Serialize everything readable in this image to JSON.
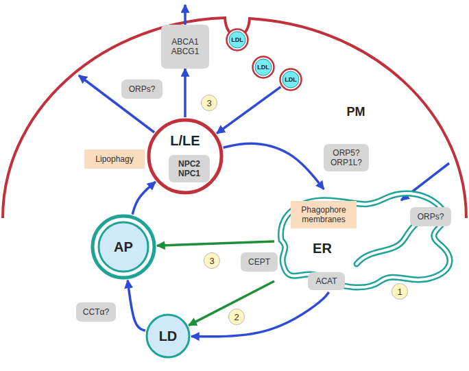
{
  "diagram": {
    "nodes": [
      {
        "text": [
          "ABCA1 ABCG1"
        ]
      },
      {
        "text": [
          "LDL"
        ]
      },
      {
        "text": [
          "LDL"
        ]
      },
      {
        "text": [
          "LDL"
        ]
      },
      {
        "text": [
          "ORPs?"
        ]
      },
      {
        "text": [
          "L/LE"
        ]
      },
      {
        "text": [
          "NPC2 NPC1"
        ],
        "in": 5
      },
      {
        "text": [
          "Lipophagy"
        ]
      },
      {
        "text": [
          "ORP5? ORP1L?"
        ]
      },
      {
        "text": [
          "ORPs?"
        ]
      },
      {
        "text": [
          "AP"
        ]
      },
      {
        "text": [
          "Phagophore membranes"
        ]
      },
      {
        "text": [
          "ER"
        ]
      },
      {
        "text": [
          "CEPT"
        ]
      },
      {
        "text": [
          "ACAT"
        ]
      },
      {
        "text": [
          "CCTα?"
        ]
      },
      {
        "text": [
          "LD"
        ]
      }
    ],
    "edges": [
      {
        "from": 5,
        "to": 0,
        "arrow": "to"
      },
      {
        "from": 3,
        "to": 5,
        "arrow": "to"
      },
      {
        "from": 5,
        "to": 12,
        "arrow": "to"
      },
      {
        "from": 10,
        "to": 5,
        "arrow": "to"
      },
      {
        "from": 16,
        "to": 10,
        "arrow": "to"
      },
      {
        "from": 12,
        "to": 16,
        "arrow": "to"
      },
      {
        "from": 12,
        "to": 10,
        "arrow": "to"
      },
      {
        "from": 12,
        "to": 16,
        "arrow": "to"
      }
    ],
    "labels": [
      "3",
      "PM",
      "3",
      "2",
      "1"
    ]
  }
}
